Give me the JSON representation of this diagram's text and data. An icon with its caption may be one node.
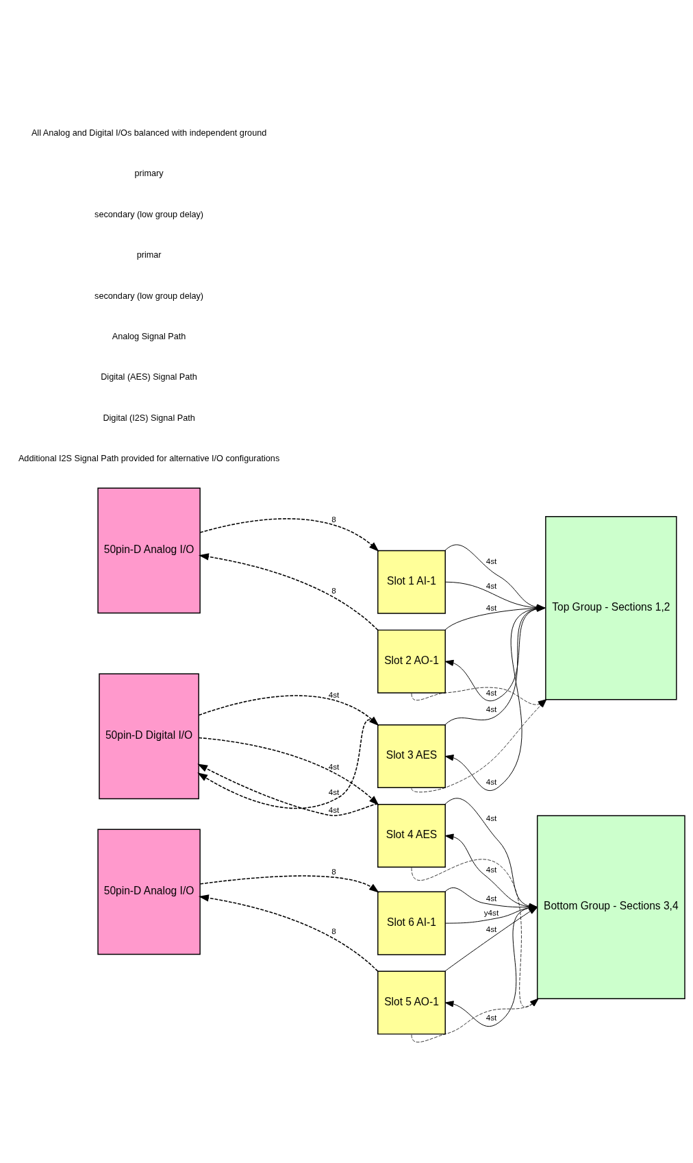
{
  "diagram": {
    "nodes": [
      {
        "text": [
          "50pin-D Analog I/O"
        ]
      },
      {
        "text": [
          "50pin-D Digital I/O"
        ]
      },
      {
        "text": [
          "50pin-D Analog I/O"
        ]
      },
      {
        "text": [
          "Slot 1 AI-1"
        ]
      },
      {
        "text": [
          "Slot 2 AO-1"
        ]
      },
      {
        "text": [
          "Slot 3 AES"
        ]
      },
      {
        "text": [
          "Slot 4 AES"
        ]
      },
      {
        "text": [
          "Slot 5 AO-1"
        ]
      },
      {
        "text": [
          "Slot 6 AI-1"
        ]
      },
      {
        "text": [
          "Top Group - Sections 1,2"
        ]
      },
      {
        "text": [
          "Bottom Group - Sections 3,4"
        ]
      }
    ],
    "edges": [
      {
        "from": 0,
        "to": 3,
        "arrow": "to",
        "label": "8",
        "style": "dashed"
      },
      {
        "from": 4,
        "to": 0,
        "arrow": "to",
        "label": "8",
        "style": "dashed"
      },
      {
        "from": 1,
        "to": 5,
        "arrow": "to",
        "label": "4st",
        "style": "dashed"
      },
      {
        "from": 5,
        "to": 1,
        "arrow": "to",
        "label": "4st",
        "style": "dashed"
      },
      {
        "from": 1,
        "to": 6,
        "arrow": "to",
        "label": "4st",
        "style": "dashed"
      },
      {
        "from": 6,
        "to": 1,
        "arrow": "to",
        "label": "4st",
        "style": "dashed"
      },
      {
        "from": 2,
        "to": 8,
        "arrow": "to",
        "label": "8",
        "style": "dashed"
      },
      {
        "from": 7,
        "to": 2,
        "arrow": "to",
        "label": "8",
        "style": "dashed"
      },
      {
        "from": 3,
        "to": 9,
        "arrow": "to",
        "label": "4st"
      },
      {
        "from": 3,
        "to": 9,
        "arrow": "to",
        "label": "4st"
      },
      {
        "from": 4,
        "to": 9,
        "arrow": "to",
        "label": "4st"
      },
      {
        "from": 9,
        "to": 4,
        "arrow": "to",
        "label": "4st"
      },
      {
        "from": 5,
        "to": 9,
        "arrow": "to",
        "label": "4st"
      },
      {
        "from": 9,
        "to": 5,
        "arrow": "to",
        "label": "4st"
      },
      {
        "from": 4,
        "to": 9,
        "arrow": "to",
        "style": "dashed"
      },
      {
        "from": 5,
        "to": 9,
        "arrow": "to",
        "style": "dashed"
      },
      {
        "from": 6,
        "to": 10,
        "arrow": "to",
        "label": "4st"
      },
      {
        "from": 10,
        "to": 6,
        "arrow": "to",
        "label": "4st"
      },
      {
        "from": 7,
        "to": 10,
        "arrow": "to",
        "label": "4st"
      },
      {
        "from": 10,
        "to": 7,
        "arrow": "to",
        "label": "4st"
      },
      {
        "from": 8,
        "to": 10,
        "arrow": "to",
        "label": "4st"
      },
      {
        "from": 8,
        "to": 10,
        "arrow": "to",
        "label": "y4st"
      },
      {
        "from": 6,
        "to": 10,
        "arrow": "to",
        "style": "dashed"
      },
      {
        "from": 7,
        "to": 10,
        "arrow": "to",
        "style": "dashed"
      }
    ],
    "labels": [
      "All Analog and Digital I/Os balanced with independent ground",
      "primary",
      "secondary (low group delay)",
      "primar",
      "secondary (low group delay)"
    ],
    "legend": [
      {
        "text": "Analog Signal Path"
      },
      {
        "text": "Digital (AES) Signal Path"
      },
      {
        "text": "Digital (I2S) Signal Path"
      },
      {
        "text": "Additional I2S Signal Path provided for alternative I/O configurations"
      }
    ]
  }
}
